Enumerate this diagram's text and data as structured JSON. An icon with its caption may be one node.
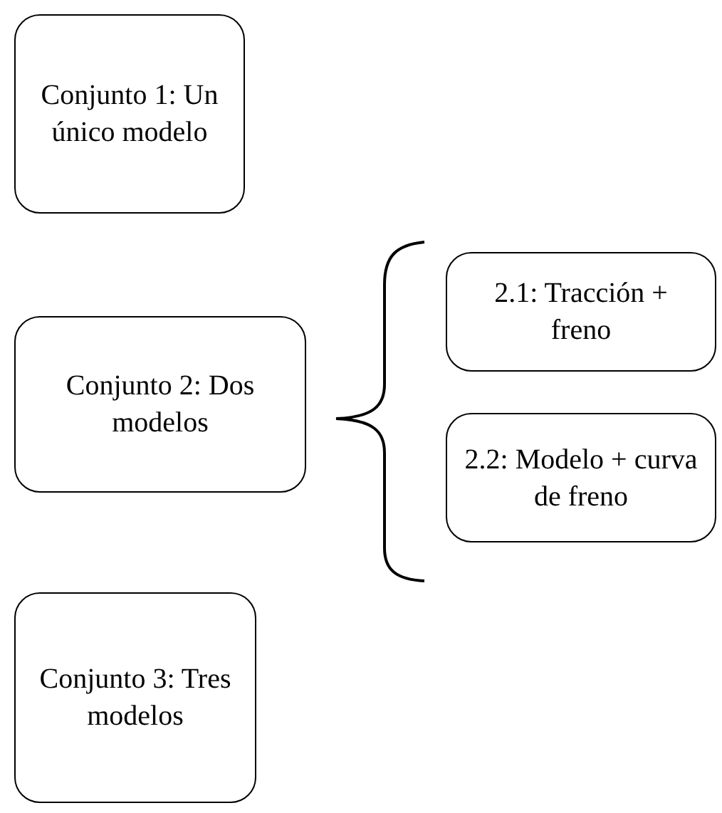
{
  "diagram": {
    "nodes": [
      {
        "text": [
          "Conjunto 1: Un único modelo"
        ]
      },
      {
        "text": [
          "Conjunto 2: Dos modelos"
        ]
      },
      {
        "text": [
          "2.1: Tracción + freno"
        ]
      },
      {
        "text": [
          "2.2: Modelo + curva de freno"
        ]
      },
      {
        "text": [
          "Conjunto 3: Tres modelos"
        ]
      }
    ]
  }
}
